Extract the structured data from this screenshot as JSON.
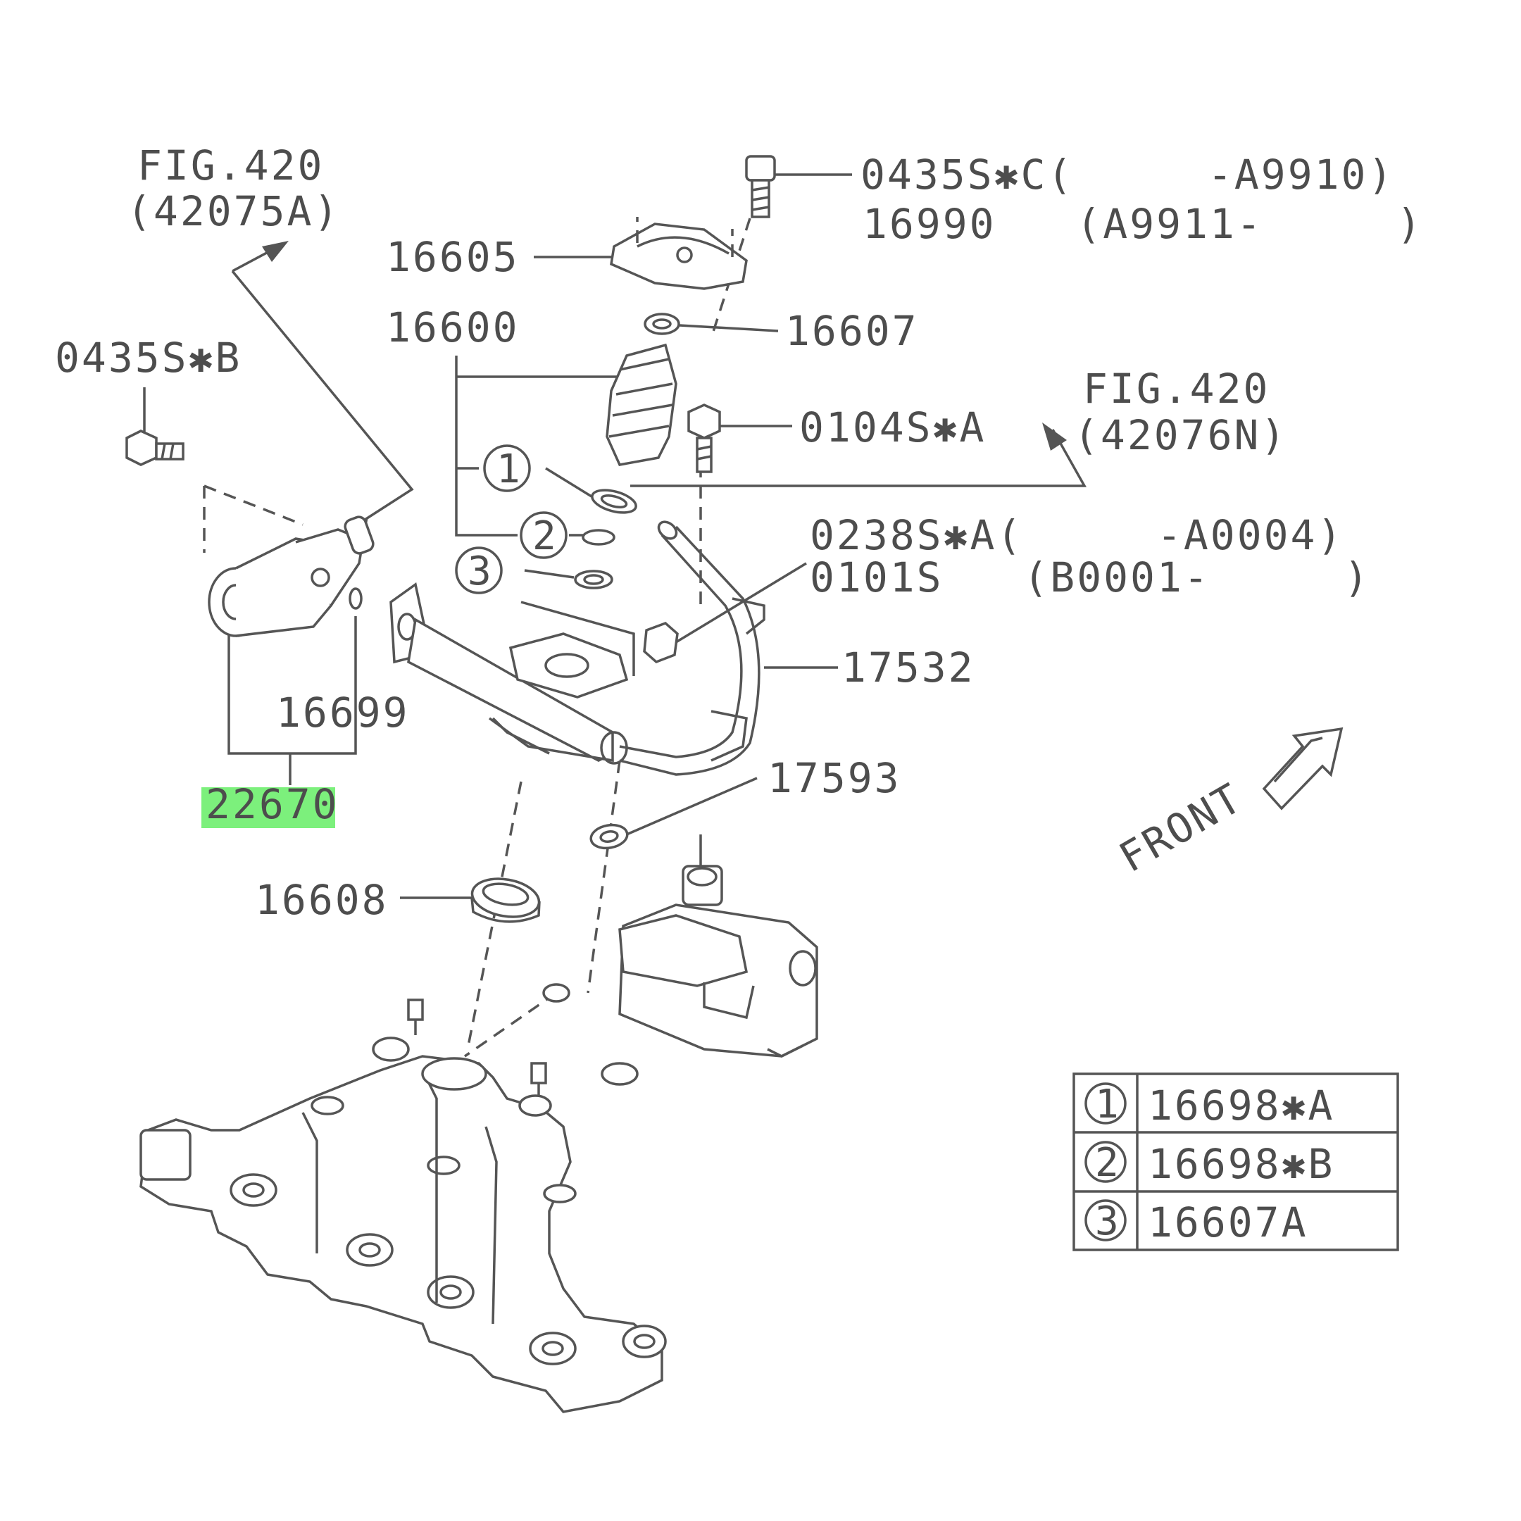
{
  "labels": {
    "fig420_a": "FIG.420",
    "fig420_a_ref": "(42075A)",
    "fig420_b": "FIG.420",
    "fig420_b_ref": "(42076N)",
    "p0435SB": "0435S✱B",
    "p0435SC": "0435S✱C(     -A9910)",
    "p16990": "16990   (A9911-     )",
    "p16605": "16605",
    "p16600": "16600",
    "p16607": "16607",
    "p0104SA": "0104S✱A",
    "p0238SA": "0238S✱A(     -A0004)",
    "p0101S": "0101S   (B0001-     )",
    "p17532": "17532",
    "p16699": "16699",
    "p22670": "22670",
    "p17593": "17593",
    "p16608": "16608",
    "front": "FRONT",
    "c1": "1",
    "c2": "2",
    "c3": "3"
  },
  "legend": [
    {
      "num": "1",
      "part": "16698✱A"
    },
    {
      "num": "2",
      "part": "16698✱B"
    },
    {
      "num": "3",
      "part": "16607A"
    }
  ],
  "highlight_color": "#7cf07c"
}
